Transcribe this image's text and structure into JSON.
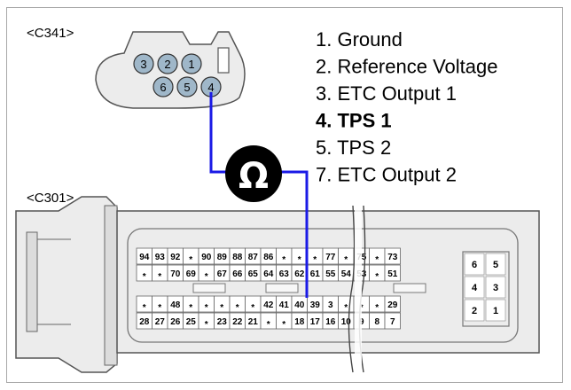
{
  "connectors": {
    "c341": {
      "label": "<C341>",
      "top_pins": [
        "3",
        "2",
        "1"
      ],
      "bottom_pins": [
        "6",
        "5",
        "4"
      ]
    },
    "c301": {
      "label": "<C301>",
      "rows": [
        [
          "94",
          "93",
          "92",
          "*",
          "90",
          "89",
          "88",
          "87",
          "86",
          "*",
          "*",
          "*",
          "77",
          "*",
          "75",
          "*",
          "73"
        ],
        [
          "*",
          "*",
          "70",
          "69",
          "*",
          "67",
          "66",
          "65",
          "64",
          "63",
          "62",
          "61",
          "55",
          "54",
          "53",
          "*",
          "51"
        ],
        [
          "*",
          "*",
          "48",
          "*",
          "*",
          "*",
          "*",
          "*",
          "42",
          "41",
          "40",
          "39",
          "3",
          "*",
          "*",
          "*",
          "29"
        ],
        [
          "28",
          "27",
          "26",
          "25",
          "*",
          "23",
          "22",
          "21",
          "*",
          "*",
          "18",
          "17",
          "16",
          "10",
          "9",
          "8",
          "7"
        ]
      ],
      "right_block": [
        [
          "6",
          "5"
        ],
        [
          "4",
          "3"
        ],
        [
          "2",
          "1"
        ]
      ]
    }
  },
  "meter": {
    "symbol": "Ω"
  },
  "legend": [
    {
      "text": "1. Ground",
      "highlight": false
    },
    {
      "text": "2. Reference Voltage",
      "highlight": false
    },
    {
      "text": "3. ETC Output 1",
      "highlight": false
    },
    {
      "text": "4. TPS 1",
      "highlight": true
    },
    {
      "text": "5. TPS 2",
      "highlight": false
    },
    {
      "text": "7. ETC Output 2",
      "highlight": false
    }
  ],
  "colors": {
    "wire": "#1a1ae6",
    "highlight": "#1f9a3c",
    "connector_fill": "#ececec",
    "connector_stroke": "#555555",
    "pin_fill": "#9fb7c9",
    "meter_fill": "#000000"
  }
}
